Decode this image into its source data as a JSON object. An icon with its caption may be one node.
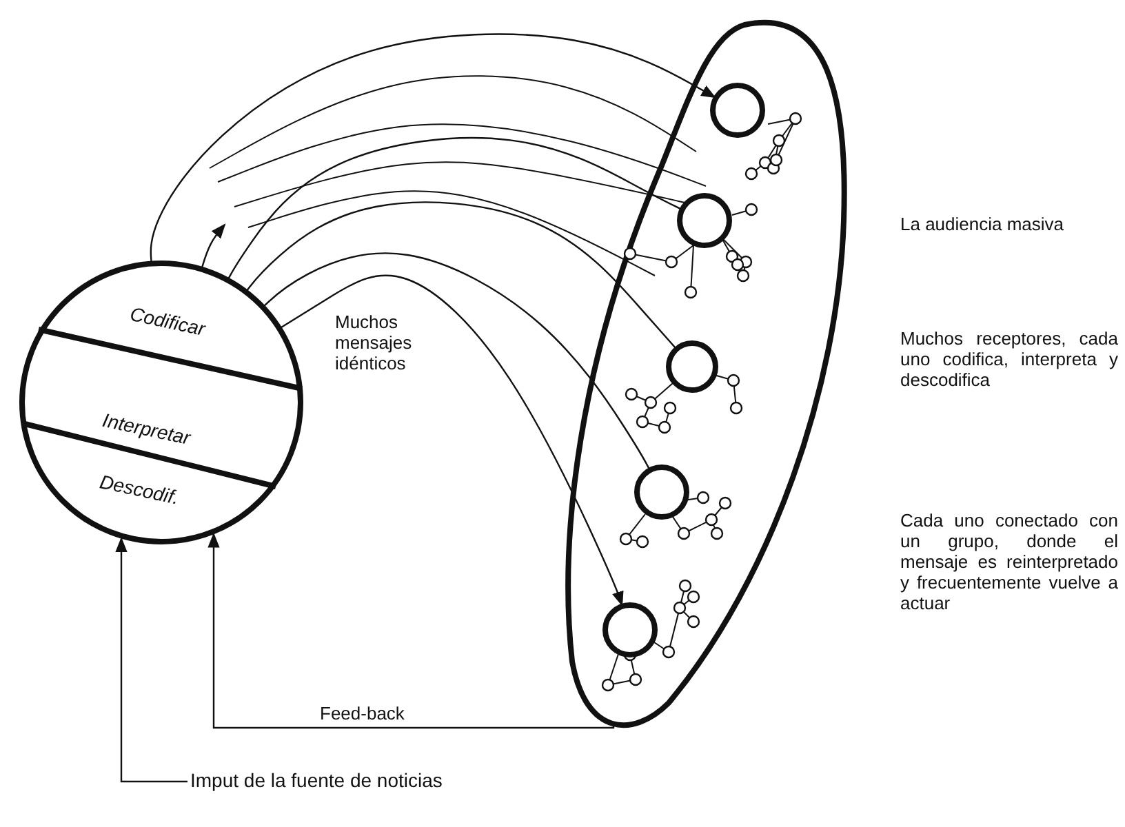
{
  "diagram": {
    "nodes": [
      {
        "text": [
          "Codificar",
          "Interpretar",
          "Descodif."
        ]
      },
      {
        "text": [],
        "shape": "oval"
      },
      {
        "text": [],
        "shape": "circle",
        "in": 1
      },
      {
        "text": [],
        "shape": "circle",
        "in": 1
      },
      {
        "text": [],
        "shape": "circle",
        "in": 1
      },
      {
        "text": [],
        "shape": "circle",
        "in": 1
      },
      {
        "text": [],
        "shape": "circle",
        "in": 1
      },
      {
        "text": [
          "Imput de la fuente de noticias"
        ]
      }
    ],
    "edges": [
      {
        "from": 0,
        "to": 2,
        "arrow": "to"
      },
      {
        "from": 0,
        "to": 3,
        "arrow": "none"
      },
      {
        "from": 0,
        "to": 4,
        "arrow": "none"
      },
      {
        "from": 0,
        "to": 5,
        "arrow": "none"
      },
      {
        "from": 0,
        "to": 6,
        "arrow": "to"
      },
      {
        "from": 0,
        "to": null,
        "arrow": "to"
      },
      {
        "from": 1,
        "to": 0,
        "label": "Feed-back",
        "arrow": "to"
      },
      {
        "from": 7,
        "to": 0,
        "arrow": "to"
      }
    ],
    "labels": [
      "Muchos mensajes idénticos",
      "La audiencia masiva",
      "Muchos receptores, cada uno codifica, interpreta y descodifica",
      "Cada uno conectado con un grupo, donde el mensaje es reinterpretado y frecuentemente vuelve a actuar"
    ]
  }
}
